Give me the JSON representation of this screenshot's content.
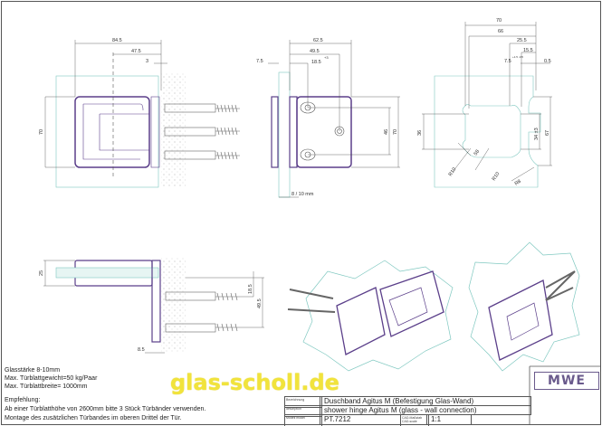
{
  "notes": {
    "glass_thickness": "Glasstärke 8-10mm",
    "max_weight": "Max. Türblattgewicht=50 kg/Paar",
    "max_width": "Max. Türblattbreite= 1000mm",
    "recommendation_title": "Empfehlung:",
    "recommendation_1": "Ab einer Türblatthöhe von 2600mm bitte 3 Stück Türbänder verwenden.",
    "recommendation_2": "Montage des zusätzlichen Türbandes im oberen Drittel der Tür."
  },
  "watermark": "glas-scholl.de",
  "logo": "MWE",
  "title_block": {
    "label_name": "Bezeichnung",
    "name": "Duschband Agitus M (Befestigung Glas-Wand)",
    "label_description": "description",
    "description": "shower hinge Agitus M (glass - wall connection)",
    "label_model": "Modell model",
    "model": "PT.7212",
    "label_scale": "CAD-Maßstab CAD-scale",
    "scale": "1:1"
  },
  "dimensions": {
    "view1": {
      "width": "84.5",
      "center": "47.5",
      "gap": "3",
      "height": "70"
    },
    "view2": {
      "width": "62.5",
      "hole_center": "49.5",
      "hole_offset": "18.5",
      "hole_offset_tol": "+3",
      "plate": "7.5",
      "hole_spacing": "46",
      "height": "70",
      "glass": "8 / 10 mm"
    },
    "view3": {
      "w70": "70",
      "w66": "66",
      "w25": "25.5",
      "w15": "15.5",
      "w7": "7.5",
      "w7_tol": "+1.5 -0.5",
      "w05": "0.5",
      "h36": "36",
      "h34": "34 ±3",
      "h67": "67",
      "r1": "R10",
      "r2": "R10",
      "r3": "R8",
      "d58": "58"
    },
    "view4": {
      "h25": "25",
      "v18": "18.5",
      "v18_tol": "+3",
      "v49": "49.5",
      "p85": "8.5"
    }
  },
  "colors": {
    "outline": "#5b3f8a",
    "glass": "#7fc8c0",
    "dim": "#333333",
    "watermark": "#f1e33c"
  }
}
